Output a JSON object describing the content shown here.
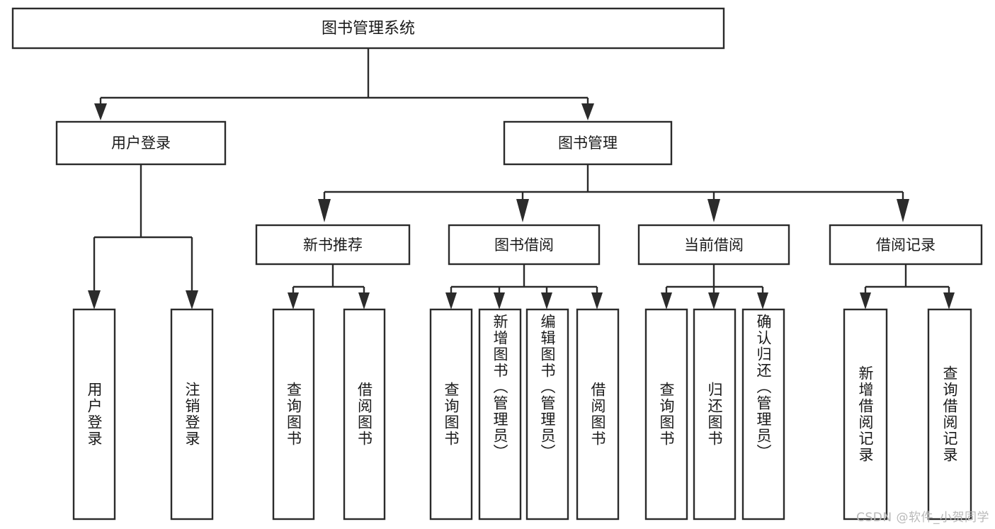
{
  "diagram": {
    "type": "tree-hierarchy",
    "title": "图书管理系统",
    "watermark": "CSDN @软件_小贺同学",
    "colors": {
      "stroke": "#2b2b2b",
      "fill": "#ffffff",
      "text": "#1a1a1a",
      "watermark": "#b9b9b9",
      "background": "#ffffff"
    },
    "levels": {
      "root": {
        "label": "图书管理系统"
      },
      "level2": [
        {
          "label": "用户登录"
        },
        {
          "label": "图书管理"
        }
      ],
      "level3": [
        {
          "label": "新书推荐",
          "parent": "图书管理"
        },
        {
          "label": "图书借阅",
          "parent": "图书管理"
        },
        {
          "label": "当前借阅",
          "parent": "图书管理"
        },
        {
          "label": "借阅记录",
          "parent": "图书管理"
        }
      ],
      "leaves": [
        {
          "label": "用户登录",
          "parent": "用户登录"
        },
        {
          "label": "注销登录",
          "parent": "用户登录"
        },
        {
          "label": "查询图书",
          "parent": "新书推荐"
        },
        {
          "label": "借阅图书",
          "parent": "新书推荐"
        },
        {
          "label": "查询图书",
          "parent": "图书借阅"
        },
        {
          "label": "新增图书（管理员）",
          "parent": "图书借阅"
        },
        {
          "label": "编辑图书（管理员）",
          "parent": "图书借阅"
        },
        {
          "label": "借阅图书",
          "parent": "图书借阅"
        },
        {
          "label": "查询图书",
          "parent": "当前借阅"
        },
        {
          "label": "归还图书",
          "parent": "当前借阅"
        },
        {
          "label": "确认归还（管理员）",
          "parent": "当前借阅"
        },
        {
          "label": "新增借阅记录",
          "parent": "借阅记录"
        },
        {
          "label": "查询借阅记录",
          "parent": "借阅记录"
        }
      ]
    }
  }
}
